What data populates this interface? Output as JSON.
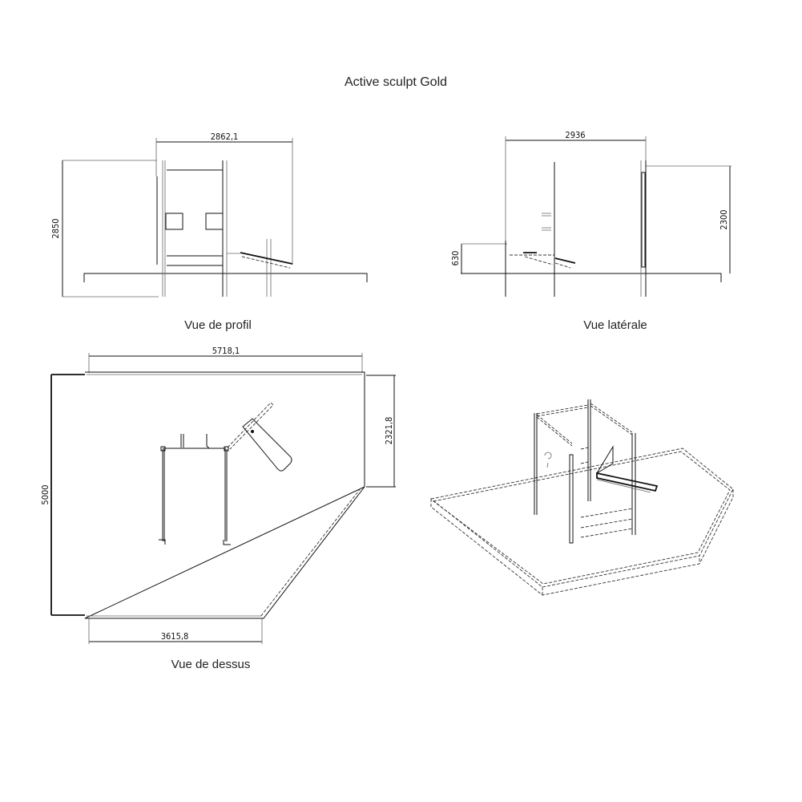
{
  "title": "Active sculpt Gold",
  "views": {
    "profile": {
      "caption": "Vue de profil",
      "width_dim": "2862,1",
      "height_dim": "2850"
    },
    "side": {
      "caption": "Vue latérale",
      "width_dim": "2936",
      "height_dim": "2300",
      "bench_dim": "630"
    },
    "top": {
      "caption": "Vue de dessus",
      "width_dim": "5718,1",
      "height_dim": "5000",
      "side_dim": "2321,8",
      "bottom_dim": "3615,8"
    },
    "iso": {}
  }
}
